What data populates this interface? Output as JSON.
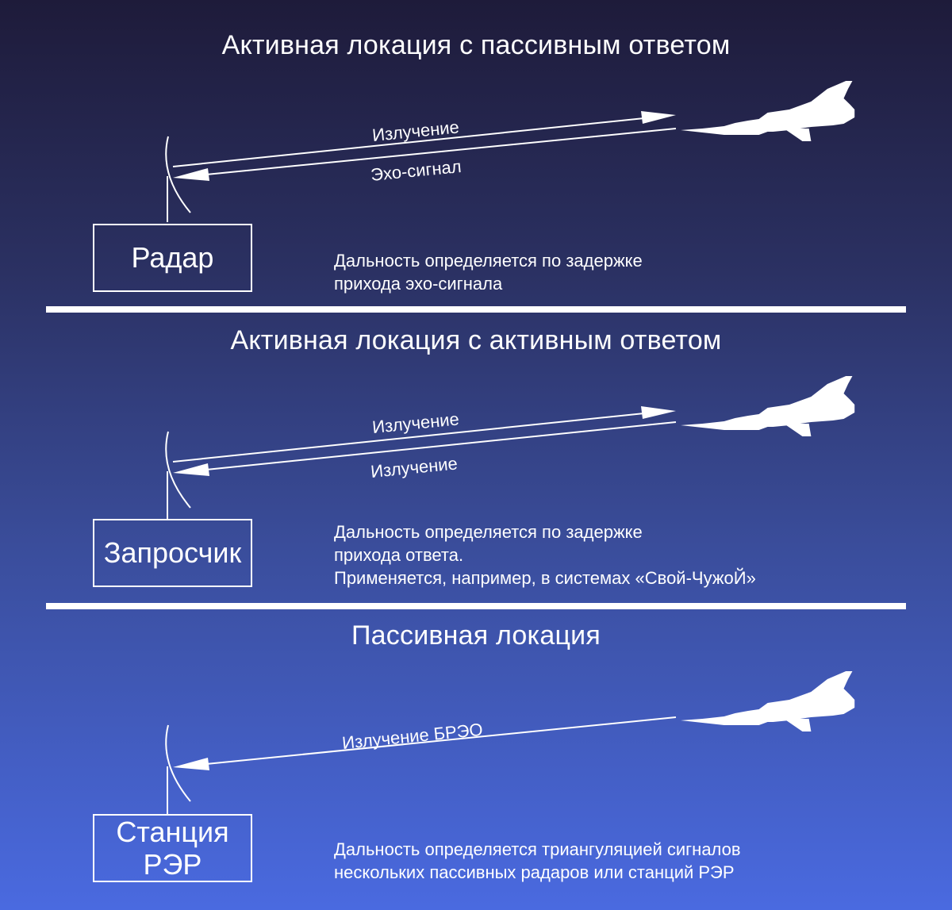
{
  "sections": [
    {
      "title": "Активная локация с пассивным ответом",
      "box_label": "Радар",
      "arrow_labels": [
        "Излучение",
        "Эхо-сигнал"
      ],
      "description": [
        "Дальность определяется по задержке",
        "прихода эхо-сигнала"
      ]
    },
    {
      "title": "Активная локация с активным ответом",
      "box_label": "Запросчик",
      "arrow_labels": [
        "Излучение",
        "Излучение"
      ],
      "description": [
        "Дальность определяется по задержке",
        "прихода ответа.",
        "Применяется, например, в системах «Свой-ЧужоЙ»"
      ]
    },
    {
      "title": "Пассивная локация",
      "box_label": "Станция РЭР",
      "box_label_lines": [
        "Станция",
        "РЭР"
      ],
      "arrow_labels": [
        "Излучение БРЭО"
      ],
      "description": [
        "Дальность определяется триангуляцией сигналов",
        "нескольких пассивных радаров или станций РЭР"
      ]
    }
  ],
  "icons": [
    "antenna-icon",
    "aircraft-icon"
  ],
  "colors": {
    "background_top": "#1e1b3a",
    "background_bottom": "#4a6ae0",
    "foreground": "#ffffff"
  }
}
